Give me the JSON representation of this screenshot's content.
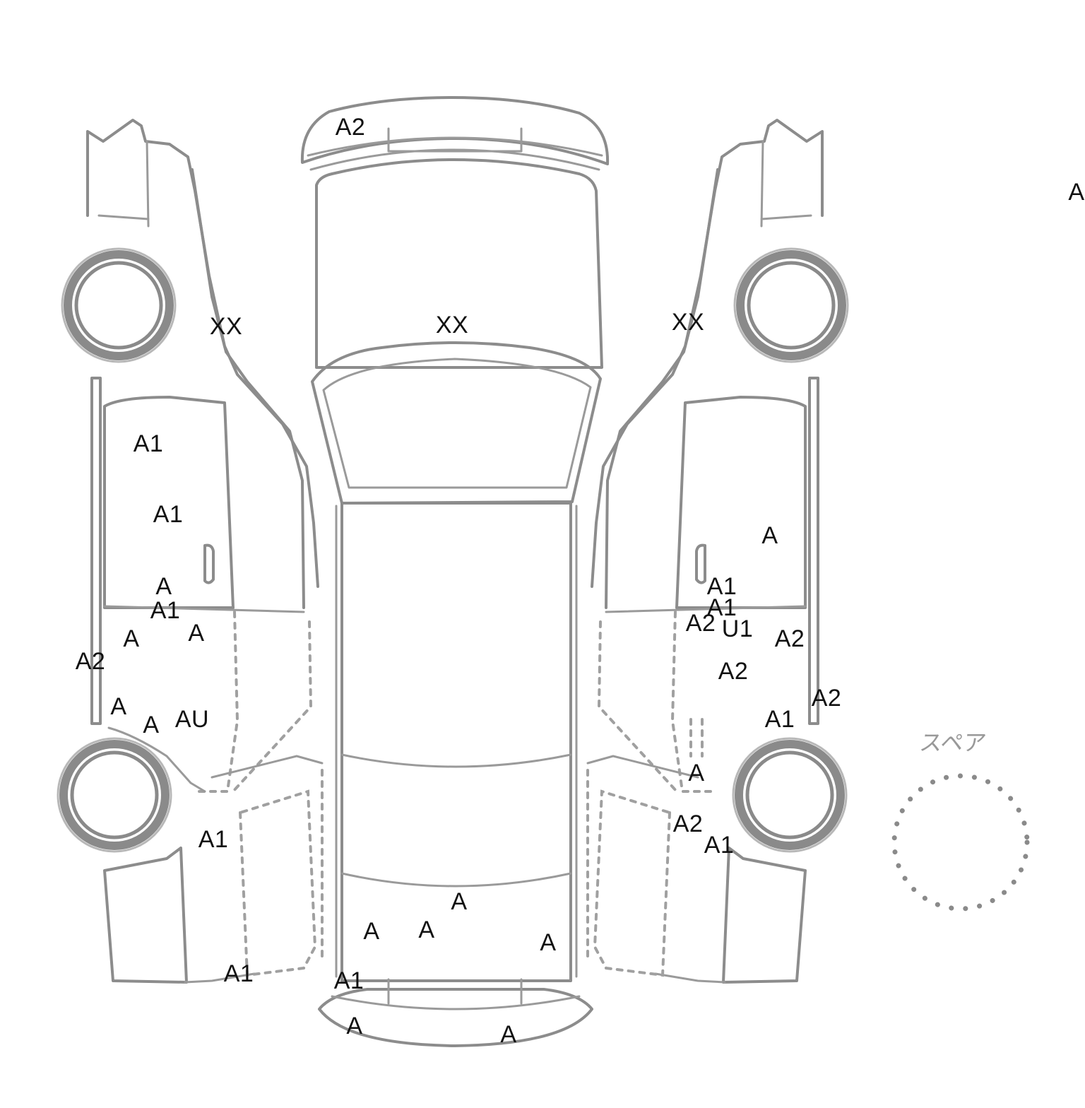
{
  "diagram": {
    "spare_label": "スペア",
    "colors": {
      "outline": "#8c8c8c",
      "marks": "#111111",
      "background": "#ffffff"
    },
    "icons": {
      "spare_tire": "dotted-circle"
    },
    "marks": {
      "roof_front": "A2",
      "left_fender": "XX",
      "hood": "XX",
      "right_fender": "XX",
      "edge": "A",
      "left_1": "A1",
      "left_2": "A1",
      "left_3": "A",
      "left_4": "A1",
      "left_5": "A",
      "left_6": "A",
      "left_7": "A2",
      "left_8": "A",
      "left_9": "A",
      "left_10": "AU",
      "left_11": "A1",
      "left_12": "A1",
      "bumper_1": "A1",
      "bumper_2": "A",
      "bumper_3": "A",
      "rear_1": "A",
      "rear_2": "A",
      "rear_3": "A",
      "rear_4": "A",
      "right_1": "A",
      "right_2": "A1",
      "right_3": "A1",
      "right_4": "A2",
      "right_5": "U1",
      "right_6": "A2",
      "right_7": "A2",
      "right_8": "A2",
      "right_9": "A1",
      "right_10": "A",
      "right_11": "A2",
      "right_12": "A1"
    }
  }
}
